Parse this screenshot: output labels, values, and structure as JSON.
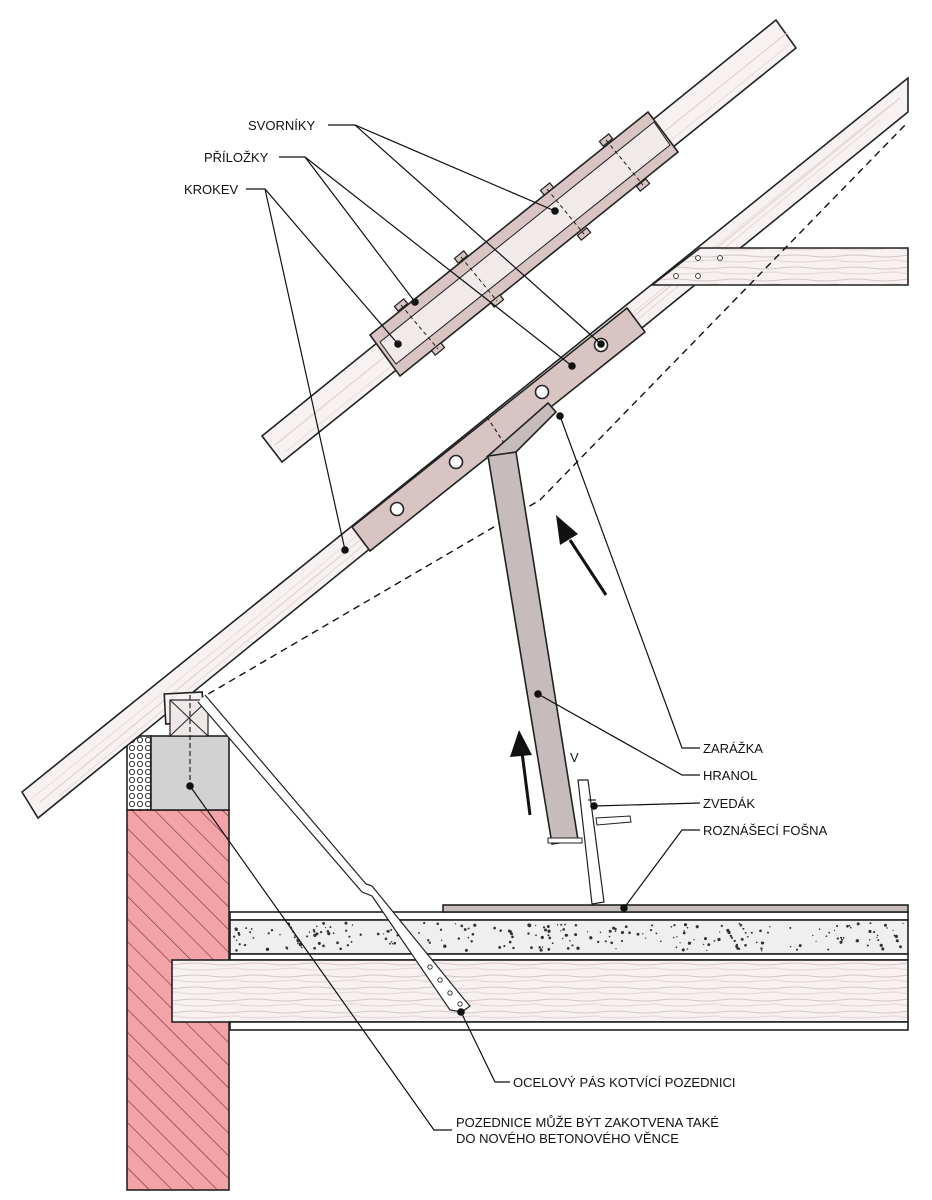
{
  "labels": {
    "svorniky": "SVORNÍKY",
    "prilozky": "PŘÍLOŽKY",
    "krokev": "KROKEV",
    "zarazka": "ZARÁŽKA",
    "hranol": "HRANOL",
    "zvedak": "ZVEDÁK",
    "roznaseci_fosna": "ROZNÁŠECÍ FOŠNA",
    "ocelovy_pas": "OCELOVÝ PÁS KOTVÍCÍ POZEDNICI",
    "pozednice_line1": "POZEDNICE MŮŽE BÝT ZAKOTVENA TAKÉ",
    "pozednice_line2": "DO NOVÉHO BETONOVÉHO VĚNCE"
  },
  "jack_mark": "V",
  "colors": {
    "wood_fill": "#f6eeee",
    "wood_grain": "#d9c6c6",
    "splice_plate": "#d9c4c4",
    "steel_prop": "#c6bcbc",
    "brick_wall": "#f3a3a8",
    "concrete_block": "#d2d2d2",
    "outline": "#222222"
  },
  "icons": {
    "direction_arrows": "arrow-up-icon",
    "bolts": "bolt-circle-icon"
  }
}
